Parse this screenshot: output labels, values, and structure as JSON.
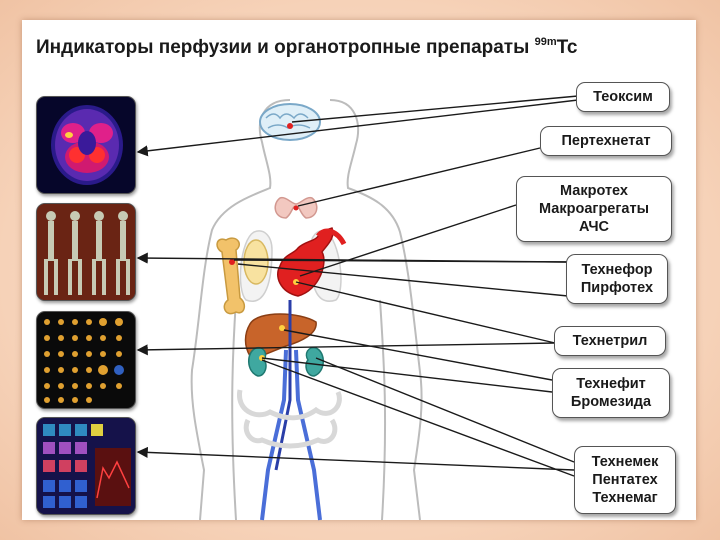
{
  "title": {
    "text": "Индикаторы перфузии и органотропные препараты",
    "isotope_super": "99m",
    "isotope_element": "Tc"
  },
  "labels": [
    {
      "lines": [
        "Теоксим"
      ]
    },
    {
      "lines": [
        "Пертехнетат"
      ]
    },
    {
      "lines": [
        "Макротех",
        "Макроагрегаты",
        "АЧС"
      ]
    },
    {
      "lines": [
        "Технефор",
        "Пирфотех"
      ]
    },
    {
      "lines": [
        "Технетрил"
      ]
    },
    {
      "lines": [
        "Технефит",
        "Бромезида"
      ]
    },
    {
      "lines": [
        "Технемек",
        "Пентатех",
        "Технемаг"
      ]
    }
  ],
  "images": [
    {
      "icon": "brain-spect-scan-image"
    },
    {
      "icon": "whole-body-bone-scan-image"
    },
    {
      "icon": "myocardial-perfusion-slices-image"
    },
    {
      "icon": "renal-scintigraphy-image"
    }
  ],
  "colors": {
    "arrow": "#1a1a1a",
    "liver": "#c8642a",
    "kidney": "#3fa8a0",
    "heart": "#e02020",
    "bone": "#f2c26a",
    "vessel": "#4a6ed8",
    "body_outline": "#bcbcbc"
  }
}
